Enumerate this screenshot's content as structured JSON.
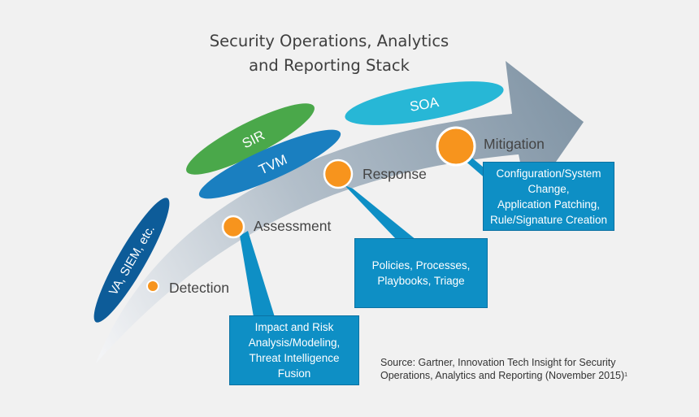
{
  "title": {
    "line1": "Security Operations, Analytics",
    "line2": "and Reporting Stack"
  },
  "tech_labels": {
    "sir": "SIR",
    "tvm": "TVM",
    "soa": "SOA",
    "va_siem": "VA, SIEM, etc."
  },
  "stages": [
    {
      "label": "Detection"
    },
    {
      "label": "Assessment"
    },
    {
      "label": "Response"
    },
    {
      "label": "Mitigation"
    }
  ],
  "boxes": {
    "assessment": [
      "Impact and Risk",
      "Analysis/Modeling,",
      "Threat Intelligence",
      "Fusion"
    ],
    "response": [
      "Policies, Processes,",
      "Playbooks, Triage"
    ],
    "mitigation": [
      "Configuration/System",
      "Change,",
      "Application Patching,",
      "Rule/Signature Creation"
    ]
  },
  "source": {
    "line1": "Source: Gartner, Innovation Tech Insight for Security",
    "line2": "Operations, Analytics and Reporting (November 2015)",
    "footnote": "1"
  },
  "colors": {
    "background": "#f1f1f1",
    "sir": "#4aa84a",
    "tvm": "#1a7fc0",
    "soa": "#27b7d6",
    "va_siem": "#0d5c99",
    "stage_marker": "#f7941d",
    "box": "#0e8fc5"
  }
}
